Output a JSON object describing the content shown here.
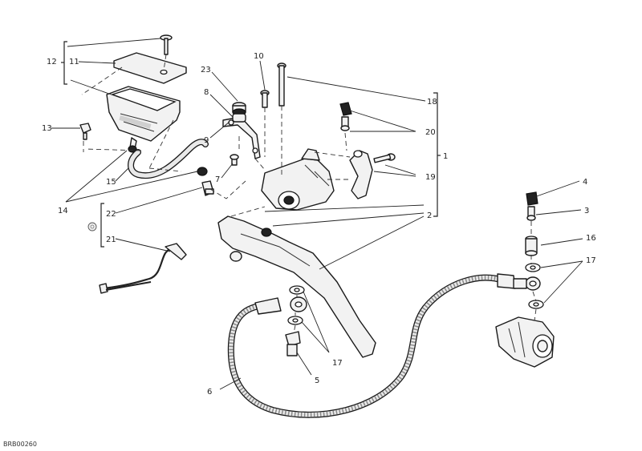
{
  "diagram_code": "BRB00260",
  "labels": {
    "l1": "1",
    "l2": "2",
    "l3": "3",
    "l4": "4",
    "l5": "5",
    "l6": "6",
    "l7": "7",
    "l8": "8",
    "l9": "9",
    "l10": "10",
    "l11": "11",
    "l12": "12",
    "l13": "13",
    "l14": "14",
    "l15": "15",
    "l16": "16",
    "l17a": "17",
    "l17b": "17",
    "l18": "18",
    "l19": "19",
    "l20": "20",
    "l21": "21",
    "l22": "22",
    "l23": "23"
  }
}
